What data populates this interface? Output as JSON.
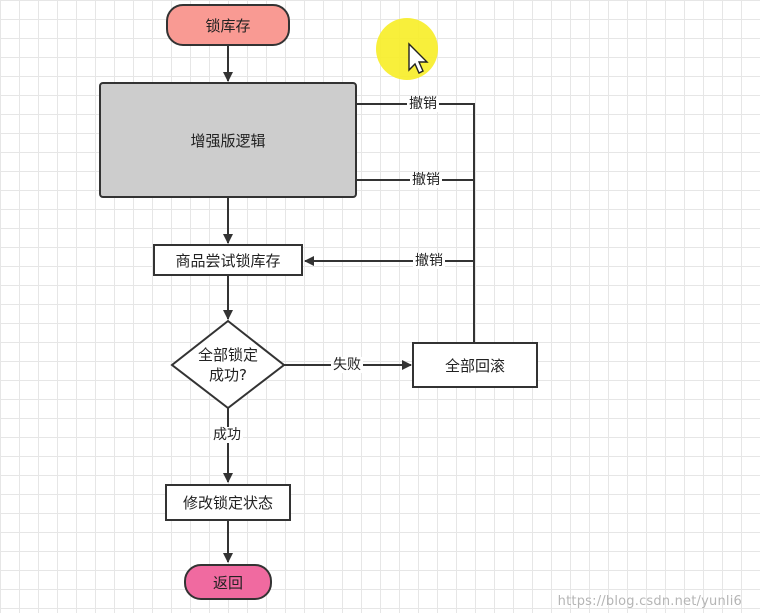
{
  "nodes": {
    "start": "锁库存",
    "enhanced_logic": "增强版逻辑",
    "try_lock": "商品尝试锁库存",
    "decision": [
      "全部锁定",
      "成功?"
    ],
    "rollback": "全部回滚",
    "update_status": "修改锁定状态",
    "return": "返回"
  },
  "edges": {
    "undo_1": "撤销",
    "undo_2": "撤销",
    "undo_3": "撤销",
    "fail": "失败",
    "success": "成功"
  },
  "watermark": "https://blog.csdn.net/yunli6",
  "colors": {
    "start_fill": "#f99a93",
    "return_fill": "#f06aa0",
    "logic_fill": "#cdcdcd",
    "cursor_highlight": "#f7ee2a"
  }
}
